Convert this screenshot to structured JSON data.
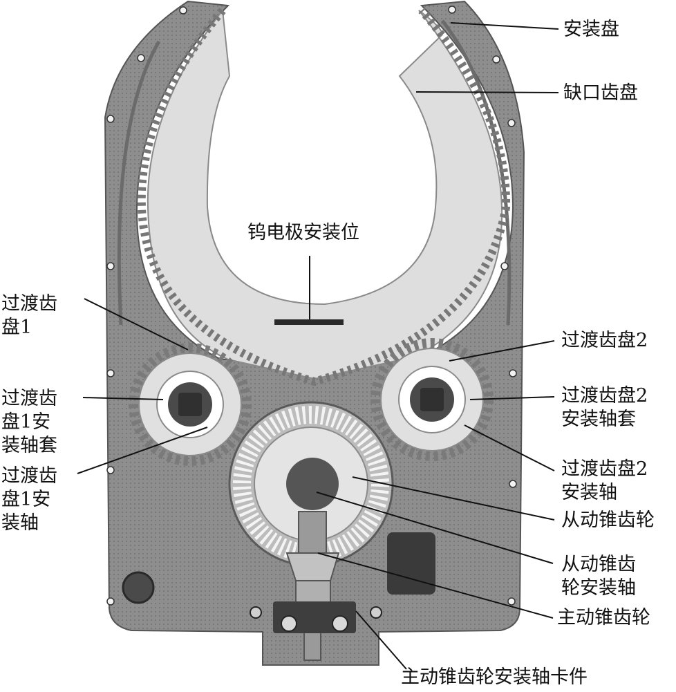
{
  "labels": {
    "mount_plate": "安装盘",
    "notched_gear": "缺口齿盘",
    "electrode_seat": "钨电极安装位",
    "idler1": {
      "line1": "过渡齿",
      "line2": "盘1"
    },
    "idler1_sleeve": {
      "line1": "过渡齿",
      "line2": "盘1安",
      "line3": "装轴套"
    },
    "idler1_shaft": {
      "line1": "过渡齿",
      "line2": "盘1安",
      "line3": "装轴"
    },
    "idler2": "过渡齿盘2",
    "idler2_sleeve": {
      "line1": "过渡齿盘2",
      "line2": "安装轴套"
    },
    "idler2_shaft": {
      "line1": "过渡齿盘2",
      "line2": "安装轴"
    },
    "driven_bevel": "从动锥齿轮",
    "driven_bevel_shaft": {
      "line1": "从动锥齿",
      "line2": "轮安装轴"
    },
    "drive_bevel": "主动锥齿轮",
    "drive_shaft_clamp": "主动锥齿轮安装轴卡件"
  },
  "colors": {
    "plate": "#8a8a8a",
    "plate_dark": "#5e5e5e",
    "gear": "#dcdcdc",
    "gear_edge": "#9a9a9a",
    "hub": "#4a4a4a",
    "leader": "#111111"
  }
}
